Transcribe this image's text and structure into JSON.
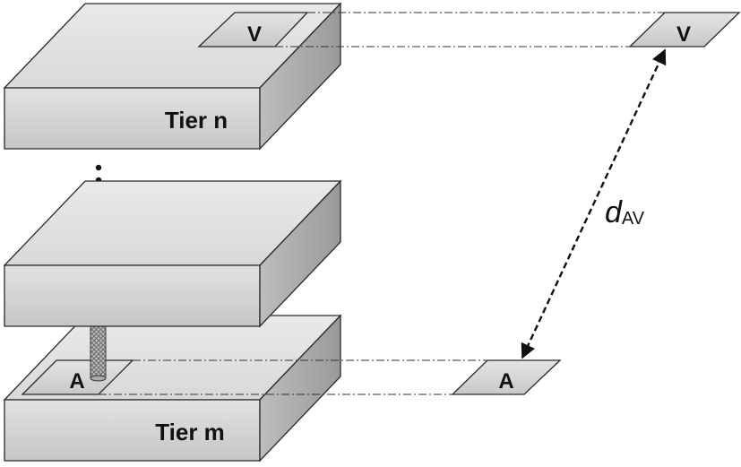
{
  "tiers": {
    "top": {
      "label": "Tier n"
    },
    "middle": {
      "label": ""
    },
    "bottom": {
      "label": "Tier m"
    }
  },
  "pads": {
    "v_on_tier": "V",
    "v_projected": "V",
    "a_on_tier": "A",
    "a_projected": "A"
  },
  "distance": {
    "symbol": "d",
    "subscript": "AV"
  },
  "ellipsis": "⋮",
  "colors": {
    "block_top": "#e2e2e2",
    "block_front": "#d3d3d3",
    "block_side": "#a7a7a7",
    "pad_fill": "#d6d6d6",
    "outline": "#2a2a2a"
  }
}
